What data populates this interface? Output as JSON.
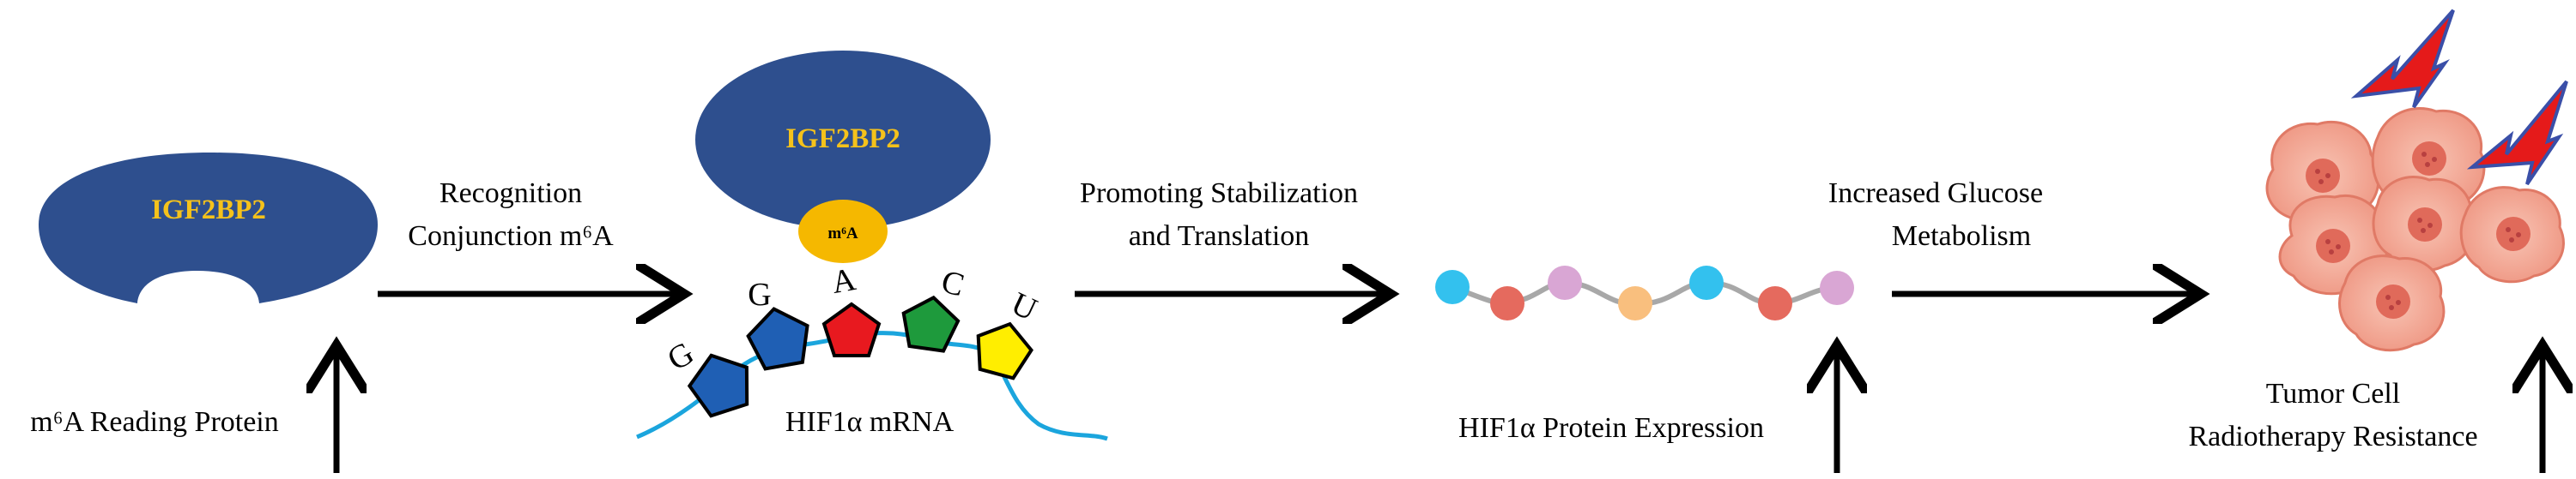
{
  "protein": {
    "name": "IGF2BP2",
    "role_label": "m⁶A Reading Protein"
  },
  "steps": {
    "recognition_line1": "Recognition",
    "recognition_line2": "Conjunction m⁶A",
    "promoting_line1": "Promoting Stabilization",
    "promoting_line2": "and Translation",
    "glucose_line1": "Increased Glucose",
    "glucose_line2": "Metabolism"
  },
  "complex": {
    "protein_name": "IGF2BP2",
    "mark_label": "m⁶A",
    "nucleotides": [
      "G",
      "G",
      "A",
      "C",
      "U"
    ],
    "mrna_label": "HIF1α mRNA"
  },
  "expression": {
    "label": "HIF1α Protein Expression"
  },
  "outcome": {
    "label_line1": "Tumor Cell",
    "label_line2": "Radiotherapy Resistance"
  },
  "colors": {
    "protein_blue": "#2e4f8e",
    "protein_text": "#f5c21b",
    "mark_orange": "#f5b800",
    "nuc_blue": "#1f5fb4",
    "nuc_red": "#e8191f",
    "nuc_green": "#1e9a3c",
    "nuc_yellow": "#ffee00",
    "rna_line": "#1ba5dd",
    "cell_fill": "#f2a08e",
    "cell_nucleus": "#e06a5a",
    "lightning_red": "#e51a1a",
    "lightning_outline": "#3a4fa8"
  },
  "icons": [
    "protein-blob",
    "rna-strand",
    "amino-acid-chain",
    "tumor-cell-cluster",
    "radiation-bolt"
  ]
}
